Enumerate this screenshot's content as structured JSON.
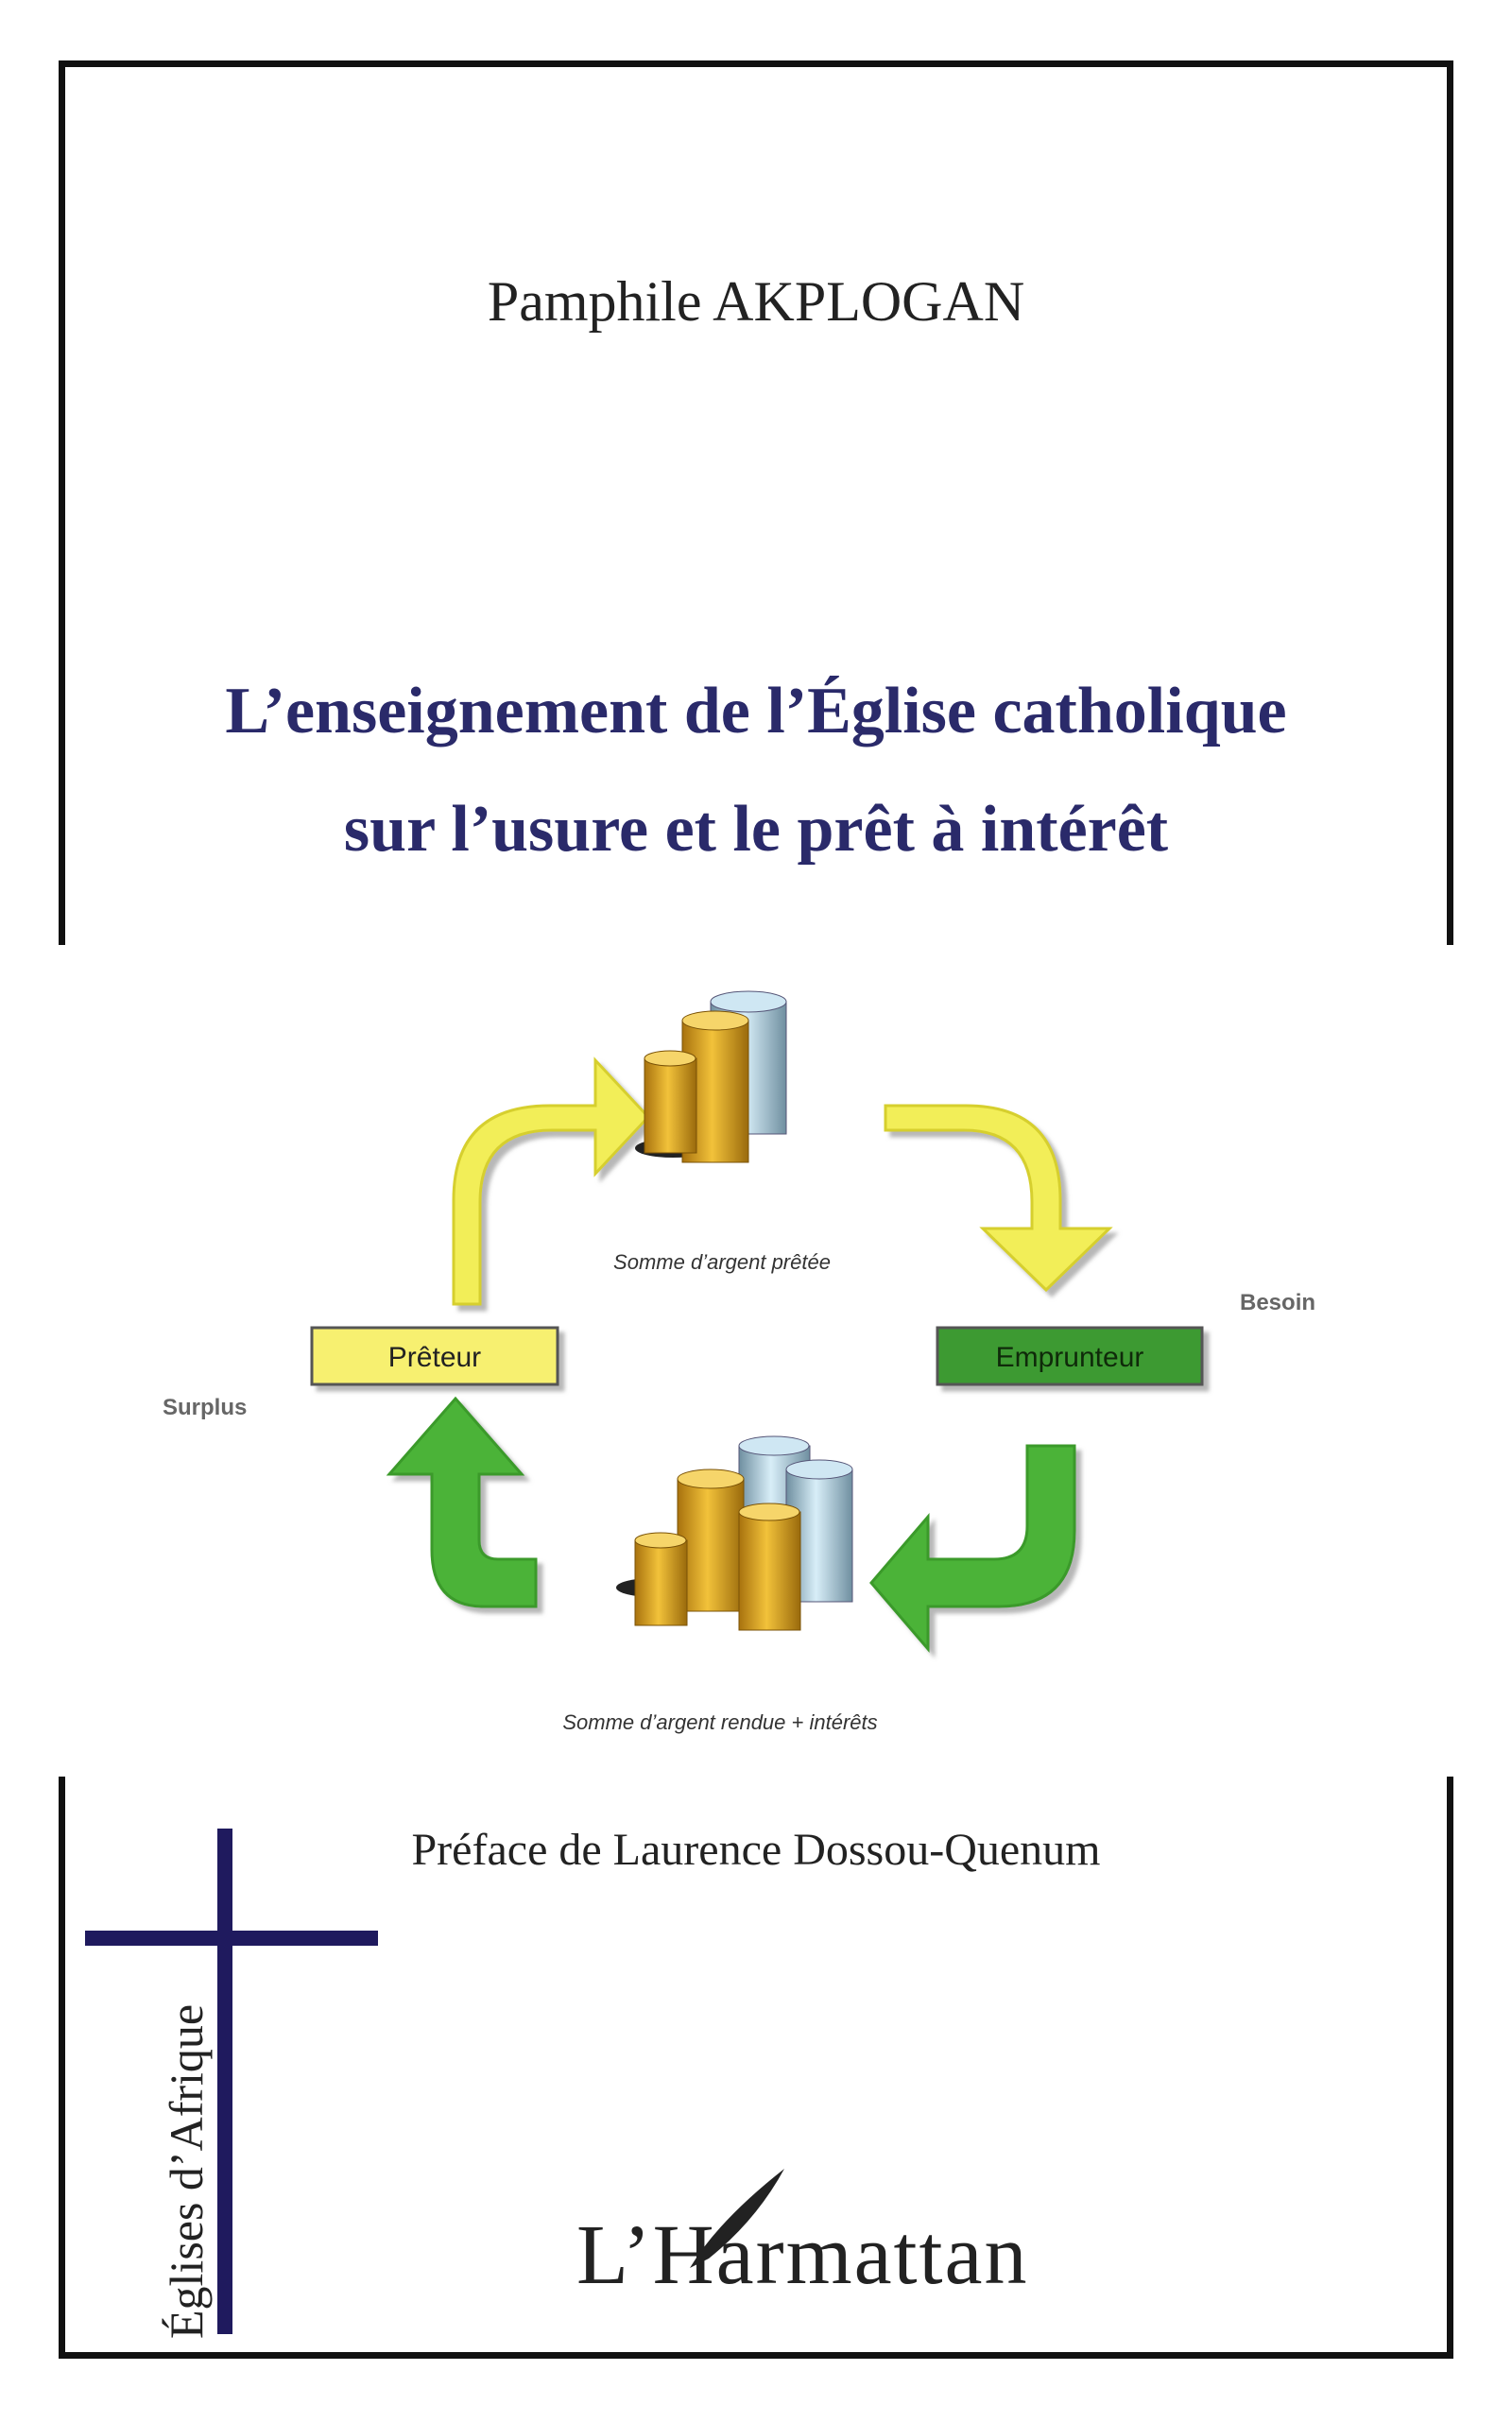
{
  "cover": {
    "author": "Pamphile AKPLOGAN",
    "title_line1": "L’enseignement de l’Église catholique",
    "title_line2": "sur l’usure et le prêt à intérêt",
    "preface": "Préface de Laurence Dossou-Quenum",
    "series": "Églises d’Afrique",
    "publisher": "L’Harmattan"
  },
  "diagram": {
    "label_top": "Somme d’argent prêtée",
    "label_bottom": "Somme d’argent rendue + intérêts",
    "lender": "Prêteur",
    "borrower": "Emprunteur",
    "surplus": "Surplus",
    "besoin": "Besoin"
  },
  "colors": {
    "title": "#2a2a6a",
    "cross": "#1f1a5e",
    "yellow": "#f2ee58",
    "green": "#4bb339",
    "lender_box": "#f7f070",
    "borrower_box": "#3d9a32"
  }
}
